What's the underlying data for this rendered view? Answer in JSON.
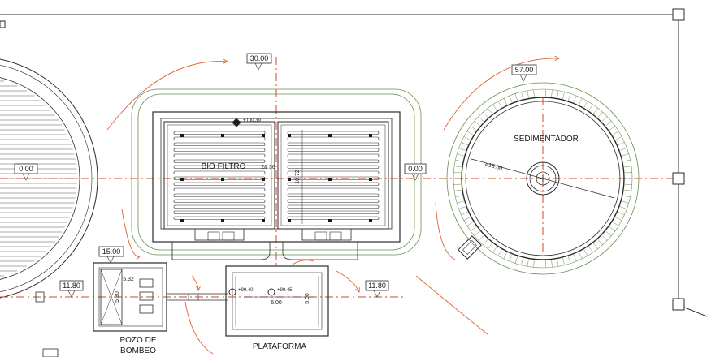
{
  "labels": {
    "bio_filtro": "BIO FILTRO",
    "sedimentador": "SEDIMENTADOR",
    "pozo_line1": "POZO DE",
    "pozo_line2": "BOMBEO",
    "plataforma": "PLATAFORMA"
  },
  "level_marks": {
    "top_center": "30.00",
    "sedimentador_top": "57.00",
    "left_axis": "0.00",
    "right_axis": "0.00",
    "pozo_top": "15.00",
    "left_low": "11.80",
    "right_low": "11.80"
  },
  "dimensions": {
    "biofiltro_width": "21.36",
    "biofiltro_height": "10.72",
    "sedimentador_diameter": "ø15.00",
    "pozo_width": "5.32",
    "pozo_height": "5.30",
    "plataforma_width": "6.00",
    "plataforma_height": "5.00"
  },
  "elevations": {
    "biofiltro_top": "+100.39",
    "plataforma_left": "+99.40",
    "plataforma_right": "+99.45"
  },
  "colors": {
    "line": "#2b2b2b",
    "axis": "#d2472a",
    "flow_arrow": "#e0622e",
    "green_contour": "#6b8e4e"
  }
}
